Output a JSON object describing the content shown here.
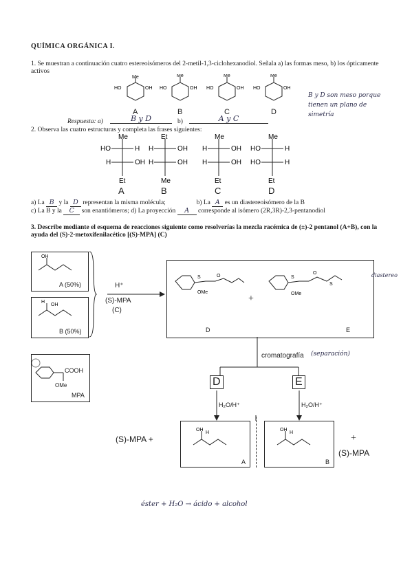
{
  "title": "QUÍMICA ORGÁNICA I.",
  "q1": {
    "text": "1.   Se muestran a continuación cuatro estereoisómeros del 2-metil-1,3-ciclohexanodiol. Señala a) las formas meso, b) los ópticamente activos",
    "labels": [
      "A",
      "B",
      "C",
      "D"
    ],
    "answer_label": "Respuesta: a)",
    "answer_a": "B y D",
    "answer_b_label": "b)",
    "answer_b": "A y C",
    "note": "B y D son meso porque tienen un plano de simetría"
  },
  "q2": {
    "text": "2. Observa las cuatro estructuras y completa las frases siguientes:",
    "labels": [
      "A",
      "B",
      "C",
      "D"
    ],
    "line1_a": "a) La",
    "blank1": "B",
    "line1_b": "y la",
    "blank2": "D",
    "line1_c": "representan la misma molécula;",
    "line1_d": "b) La",
    "blank3": "A",
    "line1_e": "es un diastereoisómero de la B",
    "line2_a": "c) La B y la",
    "blank4": "C",
    "line2_b": "son enantiómeros; d) La proyección",
    "blank5": "A",
    "line2_c": "corresponde al isómero (2R,3R)-2,3-pentanodiol"
  },
  "q3": {
    "text": "3. Describe mediante el esquema de reacciones siguiente como resolverías la mezcla racémica de (±)-2 pentanol (A+B), con la ayuda del (S)-2-metoxifenilacético [(S)-MPA] (C)",
    "box_a": "A (50%)",
    "box_b": "B (50%)",
    "reagent_top": "H⁺",
    "reagent_mid": "(S)-MPA",
    "reagent_bot": "(C)",
    "label_d": "D",
    "label_e": "E",
    "plus": "+",
    "diastereo_note": "diastereo",
    "mpa_label": "MPA",
    "mpa_cooh": "COOH",
    "mpa_ome": "OMe",
    "chrom": "cromatografía",
    "chrom_note": "(separación)",
    "node_d": "D",
    "node_e": "E",
    "hydrolysis": "H₂O/H⁺",
    "smpa_left": "(S)-MPA +",
    "smpa_right": "(S)-MPA",
    "prod_a": "A",
    "prod_b": "B",
    "bottom_note": "éster + H₂O → ácido + alcohol"
  }
}
